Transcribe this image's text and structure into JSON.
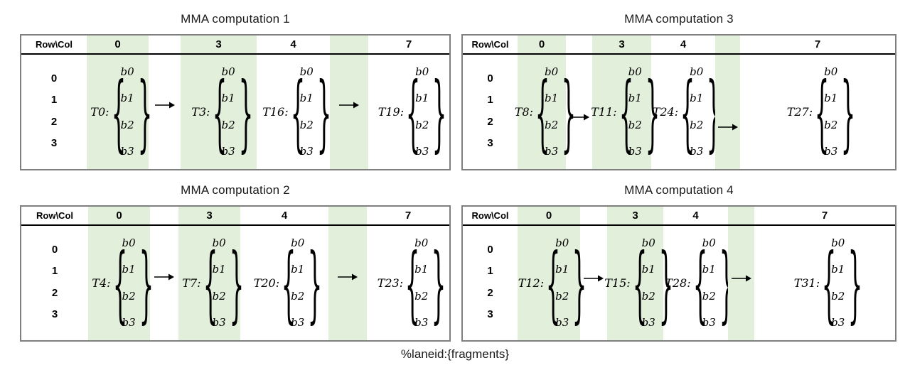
{
  "figure": {
    "caption": "%laneid:{fragments}"
  },
  "table_header": {
    "row_col_label": "Row\\Col",
    "column_labels": [
      "0",
      "3",
      "4",
      "7"
    ]
  },
  "row_labels": [
    "0",
    "1",
    "2",
    "3"
  ],
  "fragment_labels": [
    "b0",
    "b1",
    "b2",
    "b3"
  ],
  "notation": {
    "brace_open": "{",
    "brace_close": "}"
  },
  "colors": {
    "column_highlight": "#E2EFDA",
    "table_border": "#7F7F7F",
    "header_rule": "#000000",
    "text": "#000000"
  },
  "panels": [
    {
      "title": "MMA computation 1",
      "threads": [
        "T0:",
        "T3:",
        "T16:",
        "T19:"
      ]
    },
    {
      "title": "MMA computation 2",
      "threads": [
        "T4:",
        "T7:",
        "T20:",
        "T23:"
      ]
    },
    {
      "title": "MMA computation 3",
      "threads": [
        "T8:",
        "T11:",
        "T24:",
        "T27:"
      ]
    },
    {
      "title": "MMA computation 4",
      "threads": [
        "T12:",
        "T15:",
        "T28:",
        "T31:"
      ]
    }
  ]
}
